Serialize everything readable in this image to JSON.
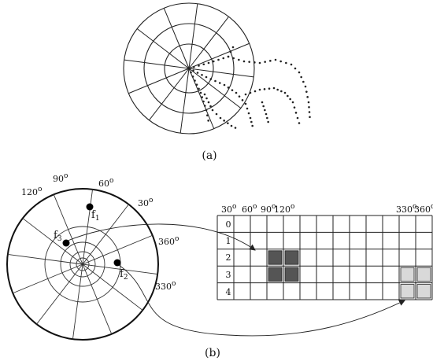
{
  "figure_a": {
    "caption": "(a)"
  },
  "figure_b": {
    "caption": "(b)",
    "polar_angle_labels": [
      "120",
      "90",
      "60",
      "30",
      "360",
      "330"
    ],
    "degree_mark": "o",
    "features": [
      {
        "letter": "f",
        "index": "1"
      },
      {
        "letter": "f",
        "index": "3"
      },
      {
        "letter": "f",
        "index": "2"
      }
    ],
    "grid": {
      "column_labels": [
        "30",
        "60",
        "90",
        "120",
        "330",
        "360"
      ],
      "row_labels": [
        "0",
        "1",
        "2",
        "3",
        "4"
      ],
      "dark_cells": [
        [
          2,
          3
        ],
        [
          2,
          4
        ],
        [
          3,
          3
        ],
        [
          3,
          4
        ]
      ],
      "light_cells": [
        [
          3,
          11
        ],
        [
          3,
          12
        ],
        [
          4,
          11
        ],
        [
          4,
          12
        ]
      ]
    },
    "colors": {
      "dark_cell": "#555555",
      "light_cell": "#d9d9d9",
      "line": "#222222"
    }
  }
}
